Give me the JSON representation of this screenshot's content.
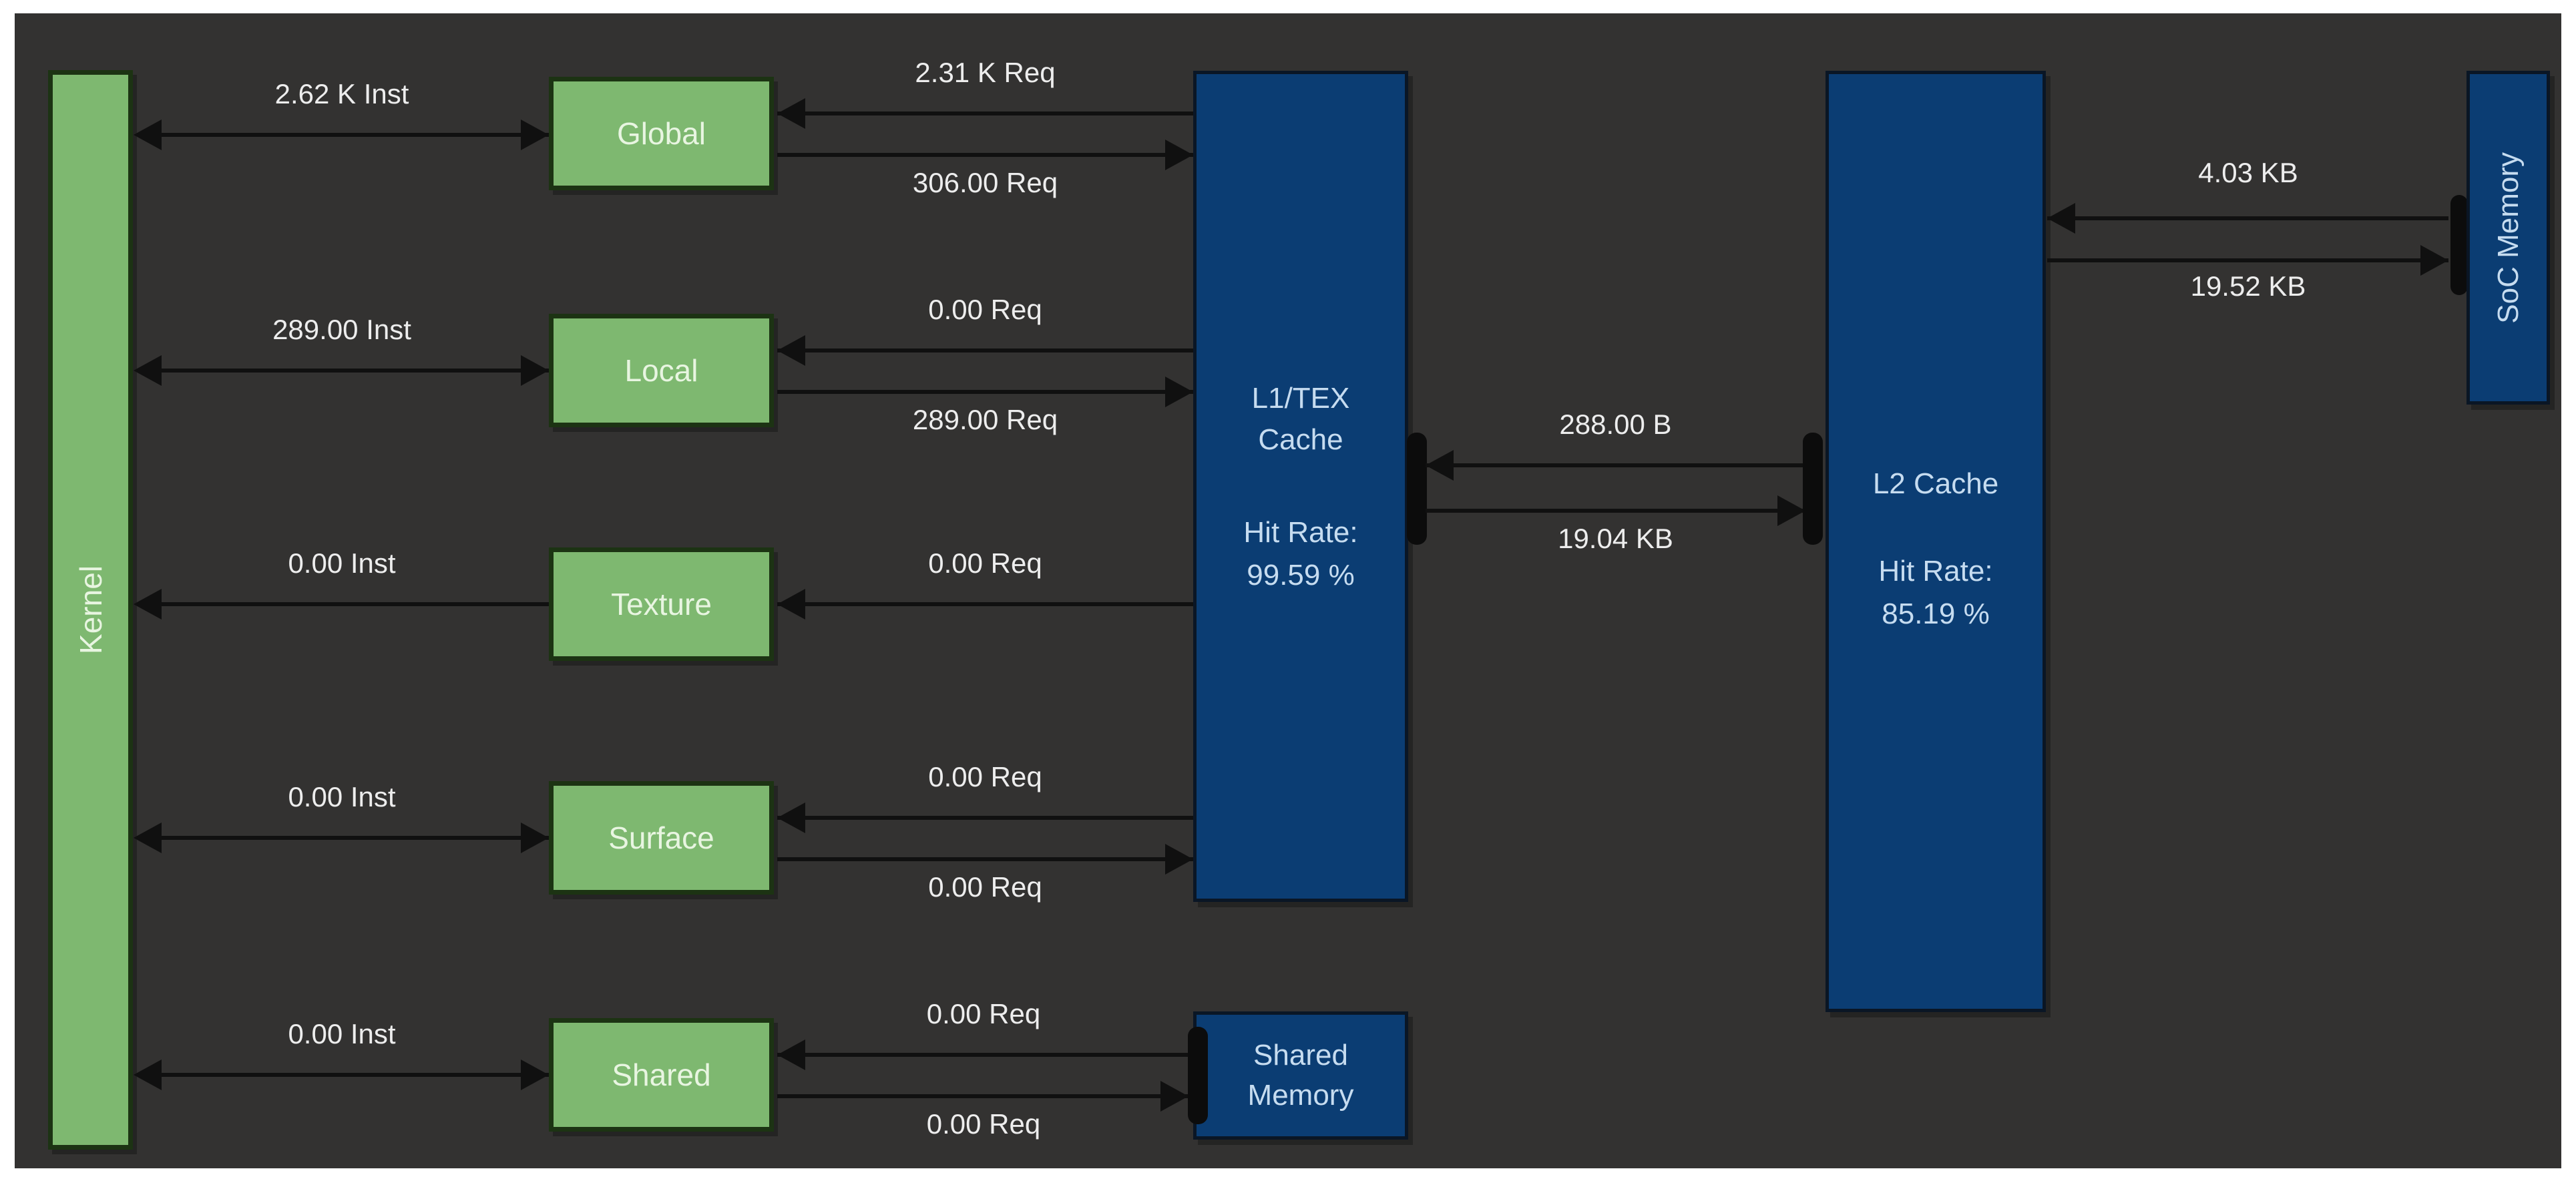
{
  "colors": {
    "page_background": "#ffffff",
    "panel_background": "#333231",
    "unit_fill": "#7eb870",
    "unit_border": "#1c3313",
    "cache_fill": "#0b3d73",
    "cache_border": "#0a1625",
    "arrow": "#101010",
    "label_text": "#ededed",
    "unit_text": "#e8f5e1",
    "cache_text": "#c6dcf0"
  },
  "kernel": {
    "label": "Kernel"
  },
  "units": [
    {
      "name": "Global",
      "inst": "2.62 K Inst",
      "req_in": "2.31 K Req",
      "req_out": "306.00 Req"
    },
    {
      "name": "Local",
      "inst": "289.00 Inst",
      "req_in": "0.00 Req",
      "req_out": "289.00 Req"
    },
    {
      "name": "Texture",
      "inst": "0.00 Inst",
      "req_in": "0.00 Req"
    },
    {
      "name": "Surface",
      "inst": "0.00 Inst",
      "req_in": "0.00 Req",
      "req_out": "0.00 Req"
    },
    {
      "name": "Shared",
      "inst": "0.00 Inst",
      "req_in": "0.00 Req",
      "req_out": "0.00 Req"
    }
  ],
  "l1": {
    "title": "L1/TEX Cache",
    "hit_rate_label": "Hit Rate:",
    "hit_rate_value": "99.59 %"
  },
  "l2": {
    "title": "L2 Cache",
    "hit_rate_label": "Hit Rate:",
    "hit_rate_value": "85.19 %"
  },
  "shared_memory": {
    "title": "Shared Memory"
  },
  "soc_memory": {
    "title": "SoC Memory"
  },
  "l1_l2": {
    "to_l1": "288.00 B",
    "to_l2": "19.04 KB"
  },
  "l2_soc": {
    "to_l2": "4.03 KB",
    "to_soc": "19.52 KB"
  }
}
